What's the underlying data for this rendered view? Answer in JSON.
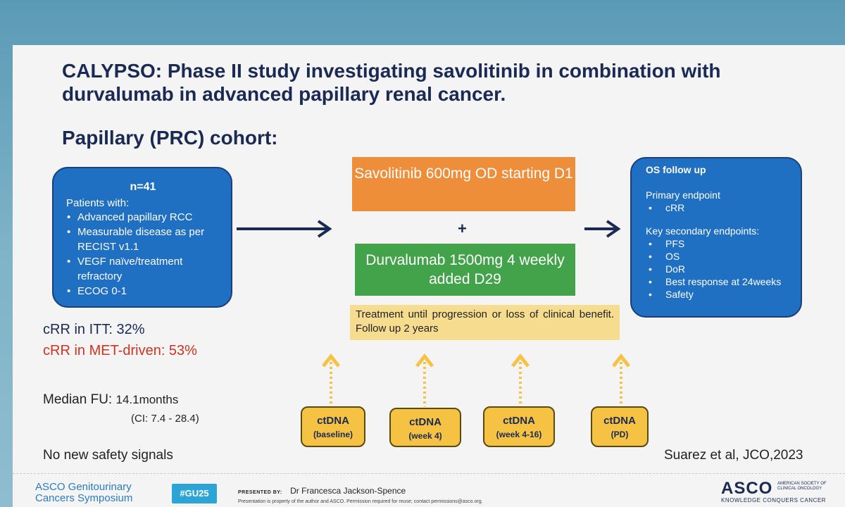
{
  "title": "CALYPSO: Phase II study investigating savolitinib in combination with durvalumab in advanced papillary renal cancer.",
  "subtitle": "Papillary (PRC) cohort:",
  "patients_box": {
    "n_label": "n=41",
    "intro": "Patients with:",
    "items": [
      "Advanced papillary RCC",
      "Measurable disease as per RECIST v1.1",
      "VEGF naïve/treatment refractory",
      "ECOG 0-1"
    ]
  },
  "treatment": {
    "savolitinib": "Savolitinib 600mg OD starting D1",
    "plus": "+",
    "durvalumab": "Durvalumab 1500mg 4 weekly added D29",
    "duration": "Treatment until progression or loss of clinical benefit. Follow up 2 years"
  },
  "endpoints_box": {
    "header": "OS follow up",
    "primary_label": "Primary endpoint",
    "primary_items": [
      "cRR"
    ],
    "secondary_label": "Key secondary endpoints:",
    "secondary_items": [
      "PFS",
      "OS",
      "DoR",
      "Best response at 24weeks",
      "Safety"
    ]
  },
  "results": {
    "itt": "cRR in ITT: 32%",
    "met_driven": "cRR in MET-driven: 53%",
    "median_label": "Median FU:",
    "median_value": "14.1months",
    "ci": "(CI: 7.4 - 28.4)",
    "safety": "No new safety signals"
  },
  "ctdna": [
    {
      "label": "ctDNA",
      "timepoint": "(baseline)"
    },
    {
      "label": "ctDNA",
      "timepoint": "(week 4)"
    },
    {
      "label": "ctDNA",
      "timepoint": "(week 4-16)"
    },
    {
      "label": "ctDNA",
      "timepoint": "(PD)"
    }
  ],
  "reference": "Suarez et al, JCO,2023",
  "footer": {
    "meeting_line1": "ASCO Genitourinary",
    "meeting_line2": "Cancers Symposium",
    "hashtag": "#GU25",
    "presented_label": "PRESENTED BY:",
    "presenter": "Dr Francesca Jackson-Spence",
    "disclaimer": "Presentation is property of the author and ASCO. Permission required for reuse; contact permissions@asco.org.",
    "asco_logo": "ASCO",
    "asco_side": "AMERICAN SOCIETY OF CLINICAL ONCOLOGY",
    "asco_tagline": "KNOWLEDGE CONQUERS CANCER"
  },
  "colors": {
    "navy": "#1a2a55",
    "blue_box": "#1f6fc2",
    "orange": "#ee8e3a",
    "green": "#43a34b",
    "yellow": "#f6dc8e",
    "gold": "#f5c243",
    "red": "#d0331f"
  }
}
